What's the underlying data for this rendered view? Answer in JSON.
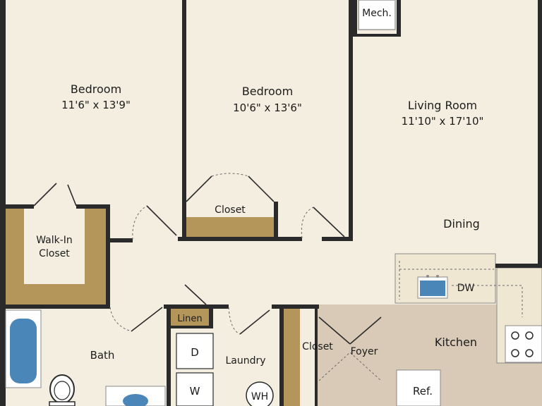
{
  "colors": {
    "floor": "#f3eedf",
    "wall": "#2a2a2a",
    "closet_fill": "#b5965a",
    "kitchen_floor": "#d8cab7",
    "counter": "#efe7d2",
    "appliance": "#ffffff",
    "fixture_blue": "#4a86b8"
  },
  "rooms": {
    "bedroom1": {
      "name": "Bedroom",
      "dims": "11'6\" x 13'9\""
    },
    "bedroom2": {
      "name": "Bedroom",
      "dims": "10'6\" x 13'6\""
    },
    "living": {
      "name": "Living Room",
      "dims": "11'10\" x 17'10\""
    },
    "mech": "Mech.",
    "dining": "Dining",
    "closet_bed2": "Closet",
    "walkin": {
      "line1": "Walk-In",
      "line2": "Closet"
    },
    "linen": "Linen",
    "bath": "Bath",
    "laundry": "Laundry",
    "dryer": "D",
    "washer": "W",
    "water_heater": "WH",
    "closet_foyer": "Closet",
    "foyer": "Foyer",
    "kitchen": "Kitchen",
    "dishwasher": "DW",
    "fridge": "Ref."
  },
  "icons": [
    "sink-icon",
    "toilet-icon",
    "bathtub-icon",
    "stove-icon"
  ]
}
